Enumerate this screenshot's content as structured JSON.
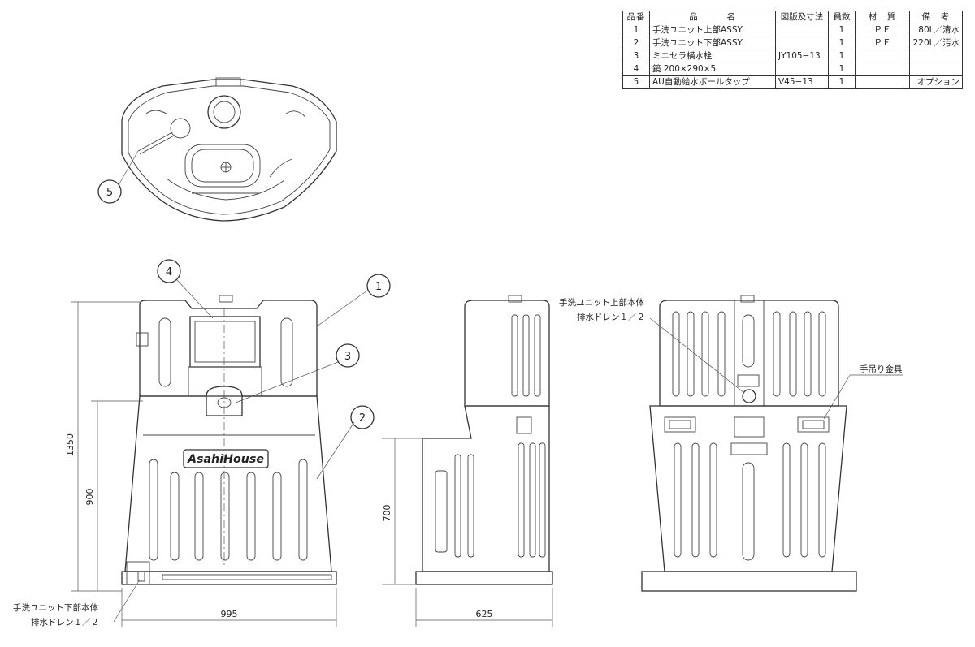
{
  "parts_table": {
    "headers": [
      "品番",
      "品　　　名",
      "図版及寸法",
      "員数",
      "材　質",
      "備　考"
    ],
    "rows": [
      [
        "1",
        "手洗ユニット上部ASSY",
        "",
        "1",
        "ＰＥ",
        "80L／清水"
      ],
      [
        "2",
        "手洗ユニット下部ASSY",
        "",
        "1",
        "ＰＥ",
        "220L／汚水"
      ],
      [
        "3",
        "ミニセラ横水栓",
        "JY105−13",
        "1",
        "",
        ""
      ],
      [
        "4",
        "鏡 200×290×5",
        "",
        "1",
        "",
        ""
      ],
      [
        "5",
        "AU自動給水ボールタップ",
        "V45−13",
        "1",
        "",
        "オプション"
      ]
    ]
  },
  "balloons": {
    "b1": "1",
    "b2": "2",
    "b3": "3",
    "b4": "4",
    "b5": "5"
  },
  "brand_logo": "AsahiHouse",
  "dimensions": {
    "height_total": "1350",
    "height_lower_front": "900",
    "width_front": "995",
    "height_lower_side": "700",
    "depth_side": "625"
  },
  "notes": {
    "lower_drain_line1": "手洗ユニット下部本体",
    "lower_drain_line2": "排水ドレン１／２",
    "upper_drain_line1": "手洗ユニット上部本体",
    "upper_drain_line2": "排水ドレン１／２",
    "lifting_hook": "手吊り金具"
  }
}
